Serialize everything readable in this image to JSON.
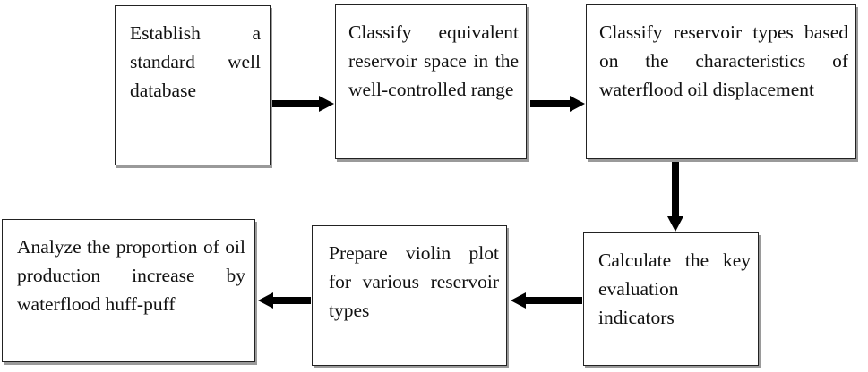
{
  "steps": {
    "step1": "Establish a standard well database",
    "step2": "Classify equivalent reservoir space in the well-controlled range",
    "step3": "Classify reservoir types based on the characteristics of waterflood oil displacement",
    "step4": "Calculate the key evaluation indicators",
    "step5": "Prepare violin plot for various reservoir types",
    "step6": "Analyze the proportion of oil production increase by waterflood huff-puff"
  }
}
